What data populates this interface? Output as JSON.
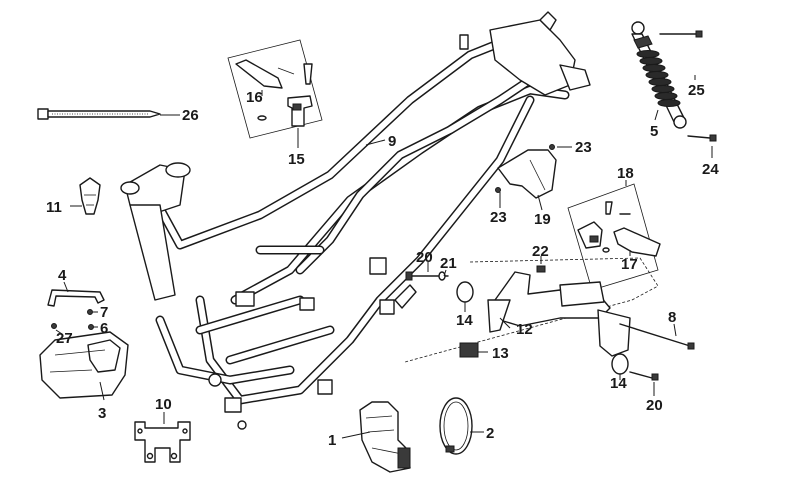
{
  "diagram": {
    "callouts": {
      "c1": "1",
      "c2": "2",
      "c3": "3",
      "c4": "4",
      "c5": "5",
      "c6": "6",
      "c7": "7",
      "c8": "8",
      "c9": "9",
      "c10": "10",
      "c11": "11",
      "c12": "12",
      "c13": "13",
      "c14a": "14",
      "c14b": "14",
      "c15": "15",
      "c16": "16",
      "c17": "17",
      "c18": "18",
      "c19": "19",
      "c20a": "20",
      "c20b": "20",
      "c21": "21",
      "c22": "22",
      "c23a": "23",
      "c23b": "23",
      "c24": "24",
      "c25": "25",
      "c26": "26",
      "c27": "27"
    },
    "colors": {
      "ink": "#1a1a1a",
      "background": "#ffffff",
      "shade": "#3a3a3a"
    }
  }
}
